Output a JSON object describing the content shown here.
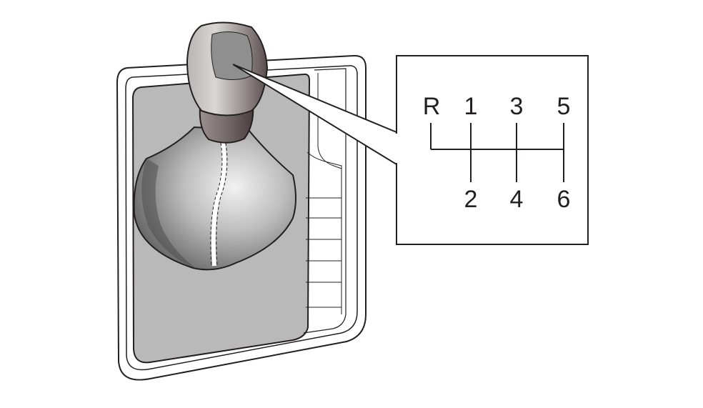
{
  "callout": {
    "reverse": "R",
    "top_gears": [
      "1",
      "3",
      "5"
    ],
    "bottom_gears": [
      "2",
      "4",
      "6"
    ]
  },
  "colors": {
    "line": "#231f20",
    "console_tray": "#b9b9b9",
    "boot_dark": "#6e6e6e",
    "boot_light": "#ececec",
    "knob_dark": "#5a4d4d",
    "knob_light": "#d8d8d8",
    "knob_top": "#8f8f8f"
  }
}
